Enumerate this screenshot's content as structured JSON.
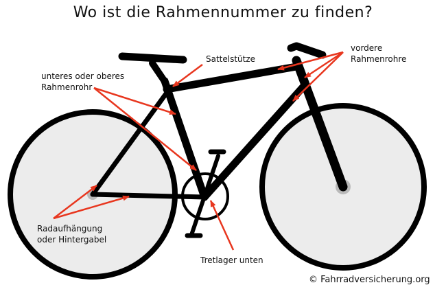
{
  "title": "Wo ist die Rahmennummer zu finden?",
  "labels": {
    "sattelstuetze": "Sattelstütze",
    "vordere_line1": "vordere",
    "vordere_line2": "Rahmenrohre",
    "unteres_line1": "unteres oder oberes",
    "unteres_line2": "Rahmenrohr",
    "radauf_line1": "Radaufhängung",
    "radauf_line2": "oder Hintergabel",
    "tretlager": "Tretlager unten"
  },
  "credit": "© Fahrradversicherung.org",
  "colors": {
    "frame": "#000000",
    "wheel_fill": "#ececec",
    "hub": "#b9b9b9",
    "arrow": "#e8361e"
  }
}
